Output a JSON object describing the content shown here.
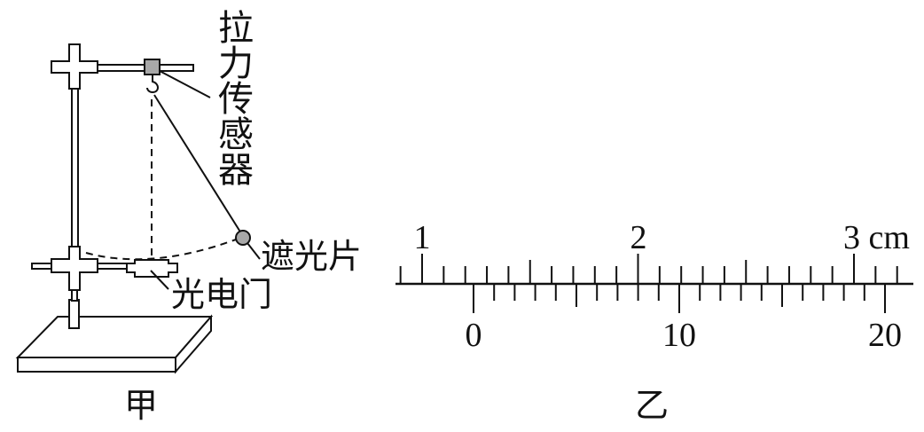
{
  "apparatus": {
    "force_sensor_label": "拉力传感器",
    "shading_piece_label": "遮光片",
    "photogate_label": "光电门",
    "caption": "甲"
  },
  "vernier": {
    "main_scale_labels": [
      "1",
      "2",
      "3 cm"
    ],
    "main_scale_start_cm": 1,
    "main_scale_end_cm": 3,
    "vernier_labels": [
      "0",
      "10",
      "20"
    ],
    "vernier_divisions": 20,
    "caption": "乙"
  },
  "colors": {
    "line": "#111111",
    "gray_fill": "#a8a8a8"
  }
}
